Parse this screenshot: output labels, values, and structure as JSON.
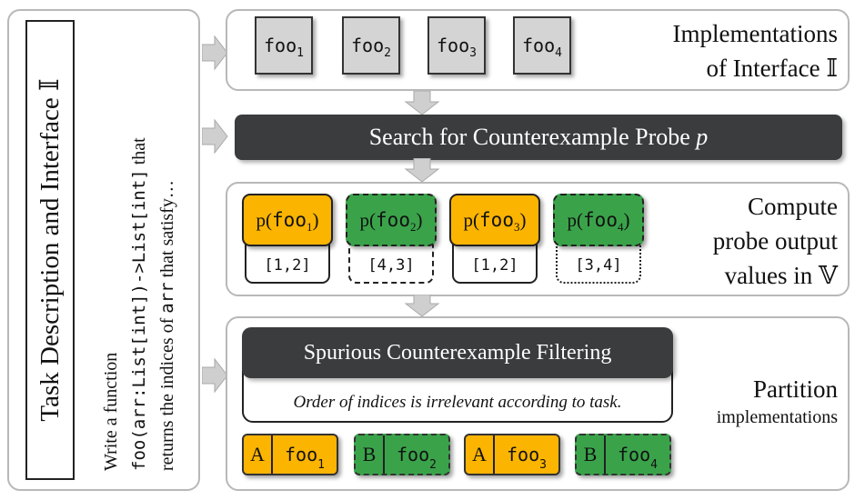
{
  "task_panel": {
    "title": "Task Description and Interface 𝕀",
    "desc_line1": "Write a function",
    "desc_line2_code": "foo(arr:List[int])->List[int]",
    "desc_line2_tail": " that",
    "desc_line3_a": "returns the indices of ",
    "desc_line3_code": "arr",
    "desc_line3_b": " that satisfy…"
  },
  "implementations": {
    "items": [
      {
        "name": "foo",
        "sub": "1"
      },
      {
        "name": "foo",
        "sub": "2"
      },
      {
        "name": "foo",
        "sub": "3"
      },
      {
        "name": "foo",
        "sub": "4"
      }
    ],
    "label_line1": "Implementations",
    "label_line2": "of Interface 𝕀"
  },
  "search_banner": {
    "text": "Search for Counterexample Probe ",
    "var": "p"
  },
  "probe_panel": {
    "probes": [
      {
        "fn": "p(",
        "name": "foo",
        "sub": "1",
        "close": ")",
        "output": "[1,2]",
        "color": "#fbb400"
      },
      {
        "fn": "p(",
        "name": "foo",
        "sub": "2",
        "close": ")",
        "output": "[4,3]",
        "color": "#3aa34a"
      },
      {
        "fn": "p(",
        "name": "foo",
        "sub": "3",
        "close": ")",
        "output": "[1,2]",
        "color": "#fbb400"
      },
      {
        "fn": "p(",
        "name": "foo",
        "sub": "4",
        "close": ")",
        "output": "[3,4]",
        "color": "#3aa34a"
      }
    ],
    "label_line1": "Compute",
    "label_line2": "probe output",
    "label_line3": "values in 𝕍"
  },
  "filter_panel": {
    "banner": "Spurious Counterexample Filtering",
    "note": "Order of indices is irrelevant according to task.",
    "partitions": [
      {
        "letter": "A",
        "name": "foo",
        "sub": "1",
        "color": "#fbb400"
      },
      {
        "letter": "B",
        "name": "foo",
        "sub": "2",
        "color": "#3aa34a"
      },
      {
        "letter": "A",
        "name": "foo",
        "sub": "3",
        "color": "#fbb400"
      },
      {
        "letter": "B",
        "name": "foo",
        "sub": "4",
        "color": "#3aa34a"
      }
    ],
    "label_line1": "Partition",
    "label_line2": "implementations"
  },
  "colors": {
    "dark": "#3a3c3e",
    "yellow": "#fbb400",
    "green": "#3aa34a",
    "arrow": "#c8c8c8"
  }
}
